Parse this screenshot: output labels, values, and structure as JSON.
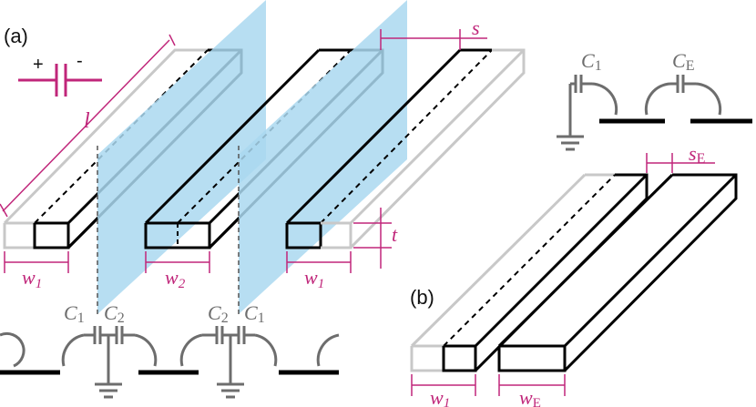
{
  "panel_labels": {
    "a": "(a)",
    "b": "(b)"
  },
  "capacitor_symbol": {
    "plus": "+",
    "minus": "-"
  },
  "dimensions": {
    "l": "l",
    "s": "s",
    "t": "t",
    "w1": "w",
    "w1_sub": "1",
    "w2": "w",
    "w2_sub": "2",
    "sE": "s",
    "sE_sub": "E",
    "wE": "w",
    "wE_sub": "E"
  },
  "circuit_labels": {
    "c1_left": "C",
    "c1_left_sub": "1",
    "c2_left": "C",
    "c2_left_sub": "2",
    "c2_right": "C",
    "c2_right_sub": "2",
    "c1_right": "C",
    "c1_right_sub": "1",
    "c1_top": "C",
    "c1_top_sub": "1",
    "cE_top": "C",
    "cE_top_sub": "E"
  },
  "colors": {
    "accent": "#c0267a",
    "plane": "#aad8f0",
    "strip": "#000000",
    "faded": "#bbbbbb",
    "circuit": "#6d6d6d"
  }
}
